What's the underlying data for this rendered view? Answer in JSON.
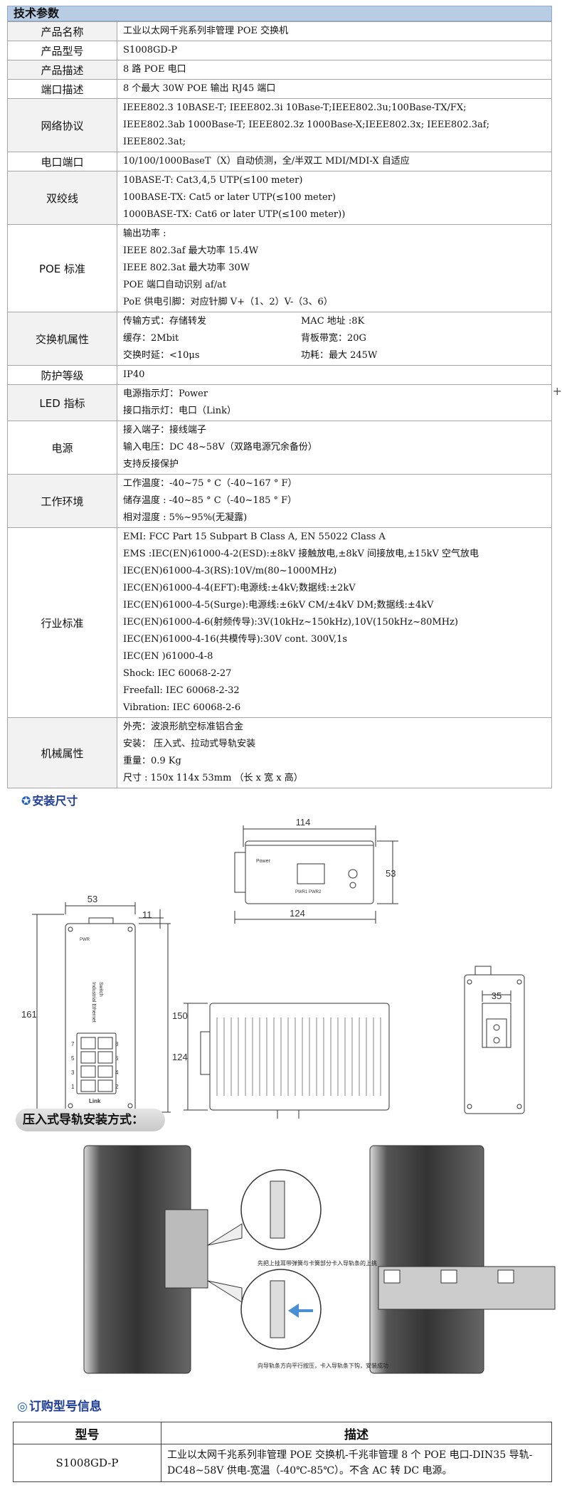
{
  "spec": {
    "header": "技术参数",
    "rows": [
      {
        "k": "产品名称",
        "lines": [
          "工业以太网千兆系列非管理 POE 交换机"
        ]
      },
      {
        "k": "产品型号",
        "lines": [
          "S1008GD-P"
        ]
      },
      {
        "k": "产品描述",
        "lines": [
          "8 路 POE 电口"
        ]
      },
      {
        "k": "端口描述",
        "lines": [
          "8 个最大 30W POE 输出 RJ45 端口"
        ]
      },
      {
        "k": "网络协议",
        "lines": [
          "IEEE802.3 10BASE-T; IEEE802.3i 10Base-T;IEEE802.3u;100Base-TX/FX;",
          "IEEE802.3ab 1000Base-T; IEEE802.3z 1000Base-X;IEEE802.3x; IEEE802.3af;",
          "IEEE802.3at;"
        ]
      },
      {
        "k": "电口端口",
        "lines": [
          "10/100/1000BaseT（X）自动侦测，全/半双工 MDI/MDI-X 自适应"
        ]
      },
      {
        "k": "双绞线",
        "lines": [
          "10BASE-T: Cat3,4,5 UTP(≤100 meter)",
          "100BASE-TX: Cat5 or later UTP(≤100 meter)",
          "1000BASE-TX: Cat6 or later UTP(≤100 meter))"
        ]
      },
      {
        "k": "POE 标准",
        "lines": [
          "输出功率 :",
          "IEEE 802.3af 最大功率 15.4W",
          "IEEE 802.3at 最大功率 30W",
          "POE 端口自动识别 af/at",
          "PoE 供电引脚：对应针脚 V+（1、2）V-（3、6）"
        ]
      },
      {
        "k": "交换机属性",
        "grid": [
          [
            "传输方式：存储转发",
            "MAC 地址 :8K"
          ],
          [
            "缓存：2Mbit",
            "背板带宽：20G"
          ],
          [
            "交换时延：<10μs",
            "功耗：最大 245W"
          ]
        ]
      },
      {
        "k": "防护等级",
        "lines": [
          "IP40"
        ]
      },
      {
        "k": "LED 指标",
        "lines": [
          "电源指示灯：Power",
          "接口指示灯：电口（Link）"
        ]
      },
      {
        "k": "电源",
        "lines": [
          "接入端子：接线端子",
          "输入电压：DC 48~58V（双路电源冗余备份）",
          "支持反接保护"
        ]
      },
      {
        "k": "工作环境",
        "lines": [
          "工作温度：-40~75 ° C（-40~167 ° F）",
          "储存温度 : -40~85 ° C（-40~185 ° F）",
          "相对湿度 : 5%~95%(无凝露)"
        ]
      },
      {
        "k": "行业标准",
        "lines": [
          "EMI: FCC Part 15 Subpart B Class A, EN 55022 Class A",
          "EMS :IEC(EN)61000-4-2(ESD):±8kV 接触放电,±8kV 间接放电,±15kV 空气放电",
          "IEC(EN)61000-4-3(RS):10V/m(80~1000MHz)",
          "IEC(EN)61000-4-4(EFT):电源线:±4kV;数据线:±2kV",
          "IEC(EN)61000-4-5(Surge):电源线:±6kV CM/±4kV DM;数据线:±4kV",
          "IEC(EN)61000-4-6(射频传导):3V(10kHz~150kHz),10V(150kHz~80MHz)",
          "IEC(EN)61000-4-16(共模传导):30V cont. 300V,1s",
          "IEC(EN )61000-4-8",
          "Shock: IEC 60068-2-27",
          "Freefall: IEC 60068-2-32",
          "Vibration: IEC 60068-2-6"
        ]
      },
      {
        "k": "机械属性",
        "lines": [
          "外壳：波浪形航空标准铝合金",
          "安装： 压入式、拉动式导轨安装",
          "重量：0.9 Kg",
          "尺寸 : 150x 114x 53mm （长 x 宽 x 高）"
        ]
      }
    ]
  },
  "install": {
    "title": "安装尺寸",
    "dims": {
      "top_width": "114",
      "top_height": "53",
      "top_depth": "124",
      "front_width": "53",
      "front_top": "11",
      "front_height": "161",
      "side_height": "150",
      "side_depth": "124",
      "rail": "35"
    },
    "front_labels": {
      "pwr": "PWR",
      "brand1": "Industrial Ethernet",
      "brand2": "Switch",
      "link": "Link",
      "ports": [
        "7",
        "8",
        "5",
        "6",
        "3",
        "4",
        "1",
        "2"
      ]
    },
    "top_labels": {
      "power": "Power",
      "terminals": "PWR1 PWR2"
    }
  },
  "rail": {
    "banner": "压入式导轨安装方式：",
    "step1": "先把上挂耳带弹簧与卡簧部分卡入导轨条的上挑",
    "step2": "向导轨条方向平行按压，卡入导轨条下钩，安装成功"
  },
  "order": {
    "title": "订购型号信息",
    "head_model": "型号",
    "head_desc": "描述",
    "model": "S1008GD-P",
    "desc": "工业以太网千兆系列非管理 POE 交换机-千兆非管理 8 个 POE 电口-DIN35 导轨-DC48~58V 供电-宽温（-40℃-85℃）。不含 AC 转 DC 电源。"
  },
  "colors": {
    "header_bg": "#b8cce4",
    "title": "#1f3d99"
  }
}
